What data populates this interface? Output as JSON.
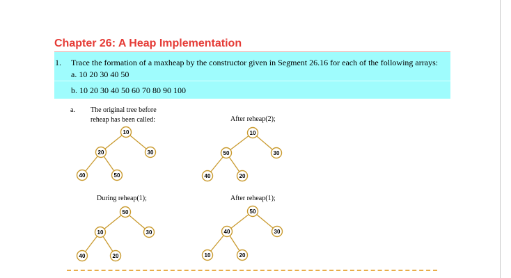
{
  "title": "Chapter 26: A Heap Implementation",
  "question": {
    "number": "1.",
    "text": "Trace the formation of a maxheap by the constructor given in Segment 26.16 for each of the following arrays:",
    "part_a": "a. 10 20 30 40 50",
    "part_b": "b. 10 20 30 40 50 60 70 80 90 100"
  },
  "answer": {
    "part_label": "a.",
    "diagrams": [
      {
        "caption_line1": "The original tree before",
        "caption_line2": "reheap has been called:",
        "nodes": [
          "10",
          "20",
          "30",
          "40",
          "50"
        ]
      },
      {
        "caption_line1": "After reheap(2);",
        "caption_line2": "",
        "nodes": [
          "10",
          "50",
          "30",
          "40",
          "20"
        ]
      },
      {
        "caption_line1": "During reheap(1);",
        "caption_line2": "",
        "nodes": [
          "50",
          "10",
          "30",
          "40",
          "20"
        ]
      },
      {
        "caption_line1": "After reheap(1);",
        "caption_line2": "",
        "nodes": [
          "50",
          "40",
          "30",
          "10",
          "20"
        ]
      }
    ]
  },
  "colors": {
    "title": "#e53a35",
    "highlight": "#9ffcfd",
    "node_border": "#c99a2e",
    "edge": "#c99a2e",
    "dashed_rule": "#e8ad49"
  }
}
